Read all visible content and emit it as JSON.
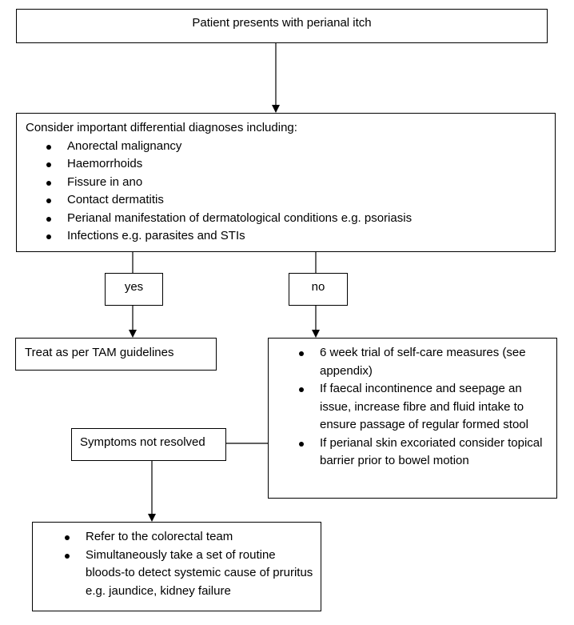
{
  "start": {
    "text": "Patient presents with perianal itch"
  },
  "differentials": {
    "heading": "Consider important differential diagnoses including:",
    "items": [
      "Anorectal malignancy",
      "Haemorrhoids",
      "Fissure in ano",
      "Contact dermatitis",
      "Perianal manifestation of dermatological conditions e.g. psoriasis",
      "Infections e.g. parasites and STIs"
    ]
  },
  "decision_yes": {
    "text": "yes"
  },
  "decision_no": {
    "text": "no"
  },
  "treat": {
    "text": "Treat as per TAM guidelines"
  },
  "selfcare": {
    "items": [
      "6 week trial of self-care measures (see appendix)",
      "If faecal incontinence and seepage an issue, increase fibre and fluid intake to ensure passage of regular formed stool",
      "If perianal skin excoriated consider topical barrier prior to bowel motion"
    ]
  },
  "not_resolved": {
    "text": "Symptoms not resolved"
  },
  "refer": {
    "items": [
      "Refer to the colorectal team",
      "Simultaneously take a set of routine bloods-to detect systemic cause of pruritus e.g. jaundice, kidney failure"
    ]
  }
}
